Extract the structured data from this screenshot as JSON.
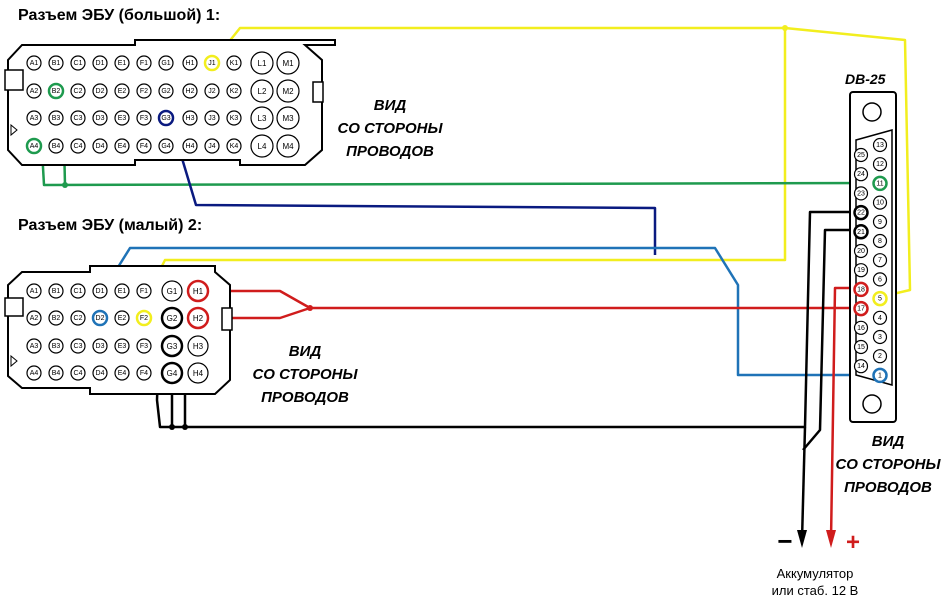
{
  "titles": {
    "big_connector": "Разъем ЭБУ (большой) 1:",
    "small_connector": "Разъем ЭБУ (малый)  2:",
    "db25": "DB-25"
  },
  "view_label": [
    "ВИД",
    "СО СТОРОНЫ",
    "ПРОВОДОВ"
  ],
  "battery": {
    "minus": "−",
    "plus": "+",
    "line1": "Аккумулятор",
    "line2": "или стаб. 12 В"
  },
  "big_connector": {
    "rows": [
      [
        "A1",
        "B1",
        "C1",
        "D1",
        "E1",
        "F1",
        "G1",
        "H1",
        "J1",
        "K1",
        "L1",
        "M1"
      ],
      [
        "A2",
        "B2",
        "C2",
        "D2",
        "E2",
        "F2",
        "G2",
        "H2",
        "J2",
        "K2",
        "L2",
        "M2"
      ],
      [
        "A3",
        "B3",
        "C3",
        "D3",
        "E3",
        "F3",
        "G3",
        "H3",
        "J3",
        "K3",
        "L3",
        "M3"
      ],
      [
        "A4",
        "B4",
        "C4",
        "D4",
        "E4",
        "F4",
        "G4",
        "H4",
        "J4",
        "K4",
        "L4",
        "M4"
      ]
    ]
  },
  "small_connector": {
    "rows": [
      [
        "A1",
        "B1",
        "C1",
        "D1",
        "E1",
        "F1",
        "G1",
        "H1"
      ],
      [
        "A2",
        "B2",
        "C2",
        "D2",
        "E2",
        "F2",
        "G2",
        "H2"
      ],
      [
        "A3",
        "B3",
        "C3",
        "D3",
        "E3",
        "F3",
        "G3",
        "H3"
      ],
      [
        "A4",
        "B4",
        "C4",
        "D4",
        "E4",
        "F4",
        "G4",
        "H4"
      ]
    ]
  },
  "db25": {
    "top_row": [
      "13",
      "12",
      "11",
      "10",
      "9",
      "8",
      "7",
      "6",
      "5",
      "4",
      "3",
      "2",
      "1"
    ],
    "bottom_row": [
      "25",
      "24",
      "23",
      "22",
      "21",
      "20",
      "19",
      "18",
      "17",
      "16",
      "15",
      "14"
    ]
  },
  "colors": {
    "yellow": "#f2ee1e",
    "green": "#1e9a4e",
    "navy": "#0a1a80",
    "blue": "#1f73b7",
    "red": "#d01c1c",
    "black": "#000000"
  },
  "highlighted_pins": {
    "big_connector": {
      "J1": "yellow",
      "B2": "green",
      "A4": "green",
      "G3": "navy"
    },
    "small_connector": {
      "D2": "blue",
      "F2": "yellow",
      "H1": "red",
      "H2": "red",
      "G2": "black",
      "G3": "black",
      "G4": "black"
    },
    "db25": {
      "11": "green",
      "22": "black",
      "21": "black",
      "18": "red",
      "17": "red",
      "5": "yellow",
      "1": "blue"
    }
  }
}
